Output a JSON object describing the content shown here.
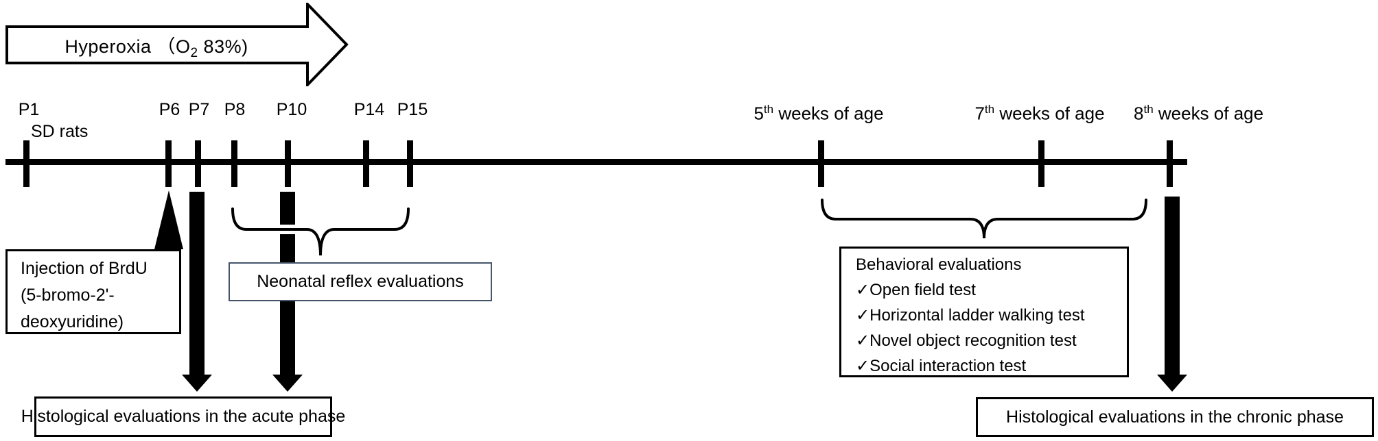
{
  "hyperoxia": {
    "pre": "Hyperoxia （O",
    "sub": "2",
    "post": " 83%)"
  },
  "timeline": {
    "strain_label": "SD rats",
    "p_labels": [
      "P1",
      "P6",
      "P7",
      "P8",
      "P10",
      "P14",
      "P15"
    ],
    "week_labels": [
      {
        "num": "5",
        "sup": "th",
        "rest": " weeks of age"
      },
      {
        "num": "7",
        "sup": "th",
        "rest": " weeks of age"
      },
      {
        "num": "8",
        "sup": "th",
        "rest": " weeks of age"
      }
    ]
  },
  "boxes": {
    "brdu": {
      "lines": [
        "Injection of BrdU",
        "(5-bromo-2'-",
        "deoxyuridine)"
      ]
    },
    "neonatal": {
      "label": "Neonatal reflex evaluations"
    },
    "acute": {
      "label": "Histological evaluations in the acute phase"
    },
    "behavioral": {
      "title": "Behavioral evaluations",
      "items": [
        "✓Open field test",
        "✓Horizontal ladder walking test",
        "✓Novel object recognition test",
        "✓Social interaction test"
      ]
    },
    "chronic": {
      "label": "Histological evaluations in the chronic phase"
    }
  },
  "colors": {
    "ink": "#000000",
    "neonatal_border": "#44546A",
    "background": "#FFFFFF"
  }
}
